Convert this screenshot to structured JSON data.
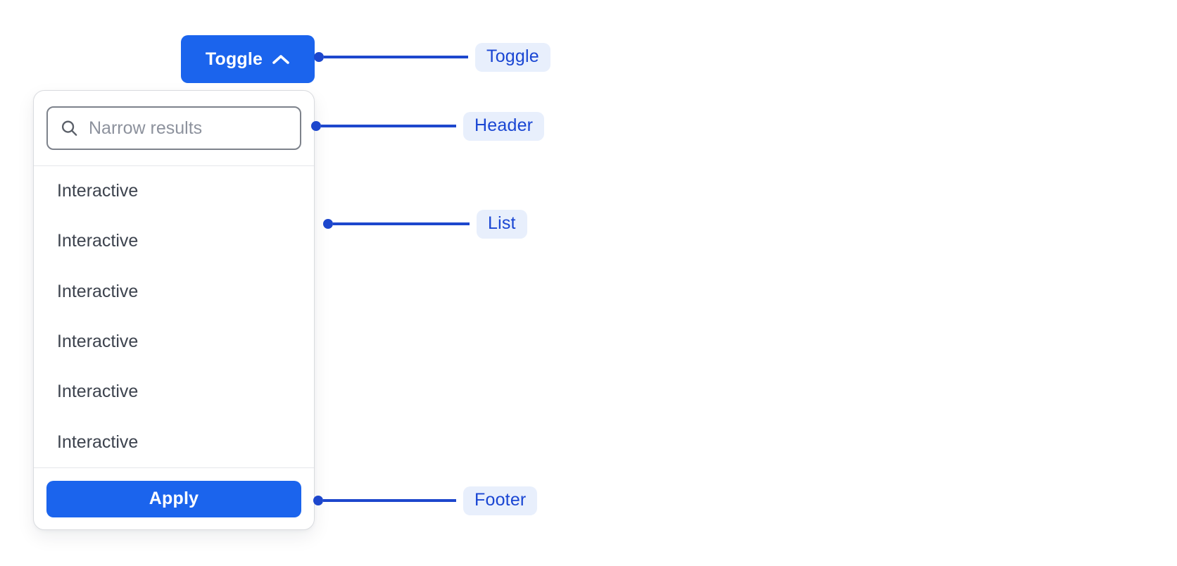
{
  "toggle": {
    "label": "Toggle"
  },
  "dropdown": {
    "header": {
      "search_placeholder": "Narrow results",
      "search_value": ""
    },
    "list": {
      "items": [
        "Interactive",
        "Interactive",
        "Interactive",
        "Interactive",
        "Interactive",
        "Interactive"
      ]
    },
    "footer": {
      "apply_label": "Apply"
    }
  },
  "annotations": {
    "toggle": "Toggle",
    "header": "Header",
    "list": "List",
    "footer": "Footer"
  },
  "colors": {
    "primary_blue": "#1b64ed",
    "annotation_blue": "#1d47cd",
    "annotation_pill_bg": "#e8effc",
    "annotation_text": "#1a46d3"
  }
}
